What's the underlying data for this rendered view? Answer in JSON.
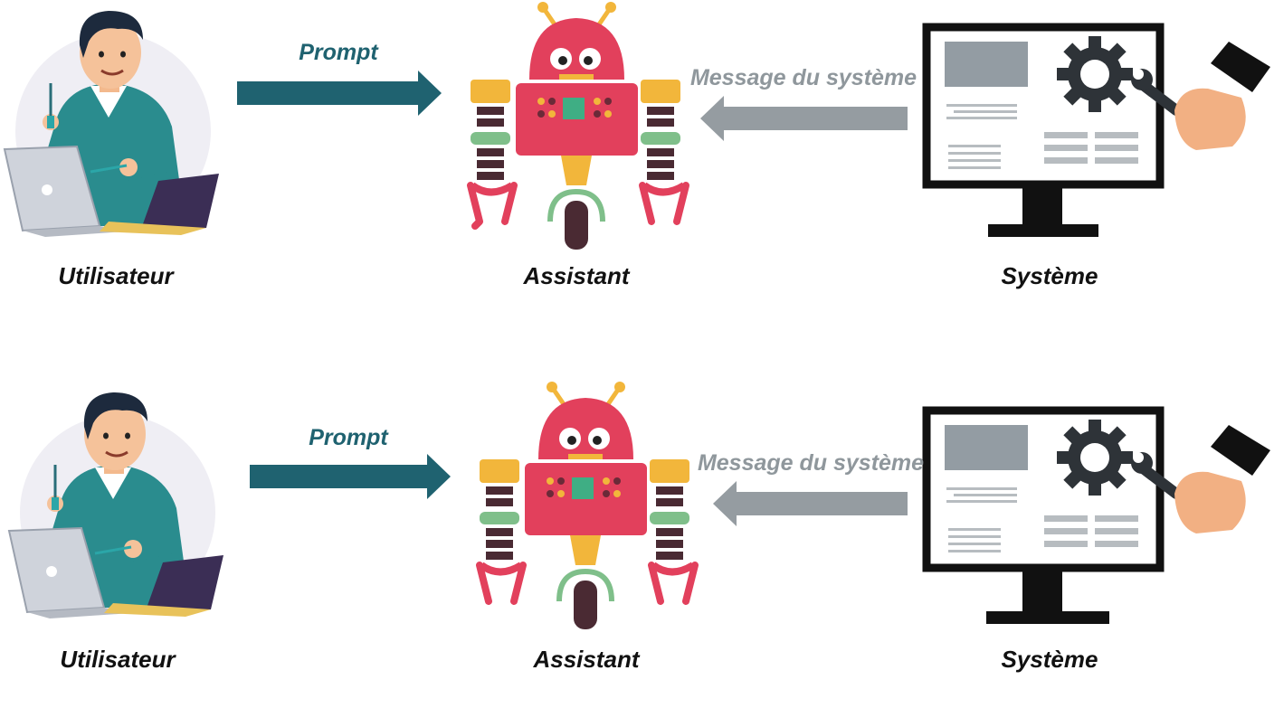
{
  "colors": {
    "prompt_arrow": "#1f6270",
    "system_arrow": "#959ca1",
    "robot_body": "#e2405c",
    "robot_accent": "#f2b63b",
    "robot_joint": "#7fbf8a",
    "robot_dark": "#4a2a33",
    "monitor": "#111111",
    "shirt": "#2a8c8e"
  },
  "rows": [
    {
      "prompt_label": "Prompt",
      "system_message_label": "Message du système",
      "nodes": {
        "user": {
          "label": "Utilisateur",
          "icon": "user-laptop-icon"
        },
        "assistant": {
          "label": "Assistant",
          "icon": "robot-icon"
        },
        "system": {
          "label": "Système",
          "icon": "monitor-gear-wrench-icon"
        }
      }
    },
    {
      "prompt_label": "Prompt",
      "system_message_label": "Message du système",
      "nodes": {
        "user": {
          "label": "Utilisateur",
          "icon": "user-laptop-icon"
        },
        "assistant": {
          "label": "Assistant",
          "icon": "robot-icon"
        },
        "system": {
          "label": "Système",
          "icon": "monitor-gear-wrench-icon"
        }
      }
    }
  ]
}
